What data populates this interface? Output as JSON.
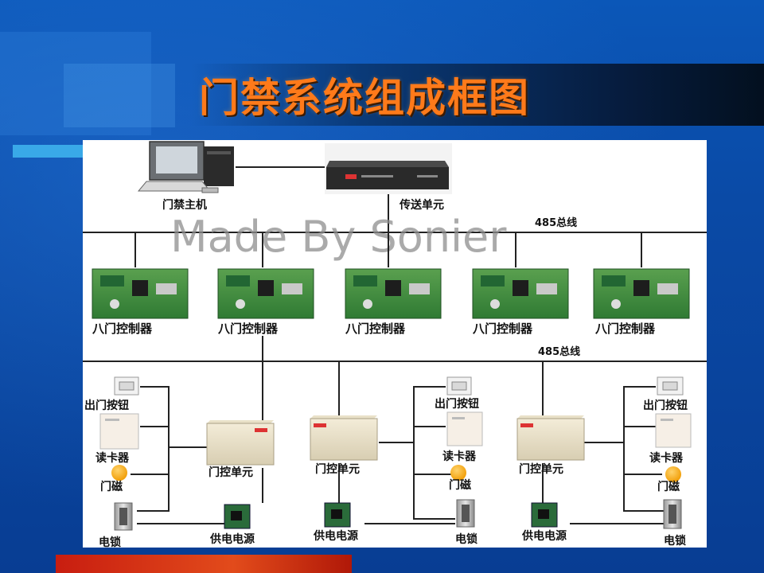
{
  "slide": {
    "title": "门禁系统组成框图",
    "colors": {
      "title": "#ff7a1a",
      "background": "#0b57b8",
      "accent_bar": "#e24b1b",
      "cyan_bar": "#39a9e8"
    }
  },
  "diagram": {
    "watermark": "Made By Sonier",
    "host_label": "门禁主机",
    "transmitter_label": "传送单元",
    "bus_top_label": "485总线",
    "bus_mid_label": "485总线",
    "controller_labels": [
      "八门控制器",
      "八门控制器",
      "八门控制器",
      "八门控制器",
      "八门控制器"
    ],
    "door_unit_labels": [
      "门控单元",
      "门控单元",
      "门控单元"
    ],
    "power_labels": [
      "供电电源",
      "供电电源",
      "供电电源"
    ],
    "left_group": {
      "exit_button": "出门按钮",
      "card_reader": "读卡器",
      "door_magnet": "门磁",
      "lock": "电锁"
    },
    "middle_group": {
      "exit_button": "出门按钮",
      "card_reader": "读卡器",
      "door_magnet": "门磁",
      "lock": "电锁"
    },
    "right_group": {
      "exit_button": "出门按钮",
      "card_reader": "读卡器",
      "door_magnet": "门磁",
      "lock": "电锁"
    }
  }
}
